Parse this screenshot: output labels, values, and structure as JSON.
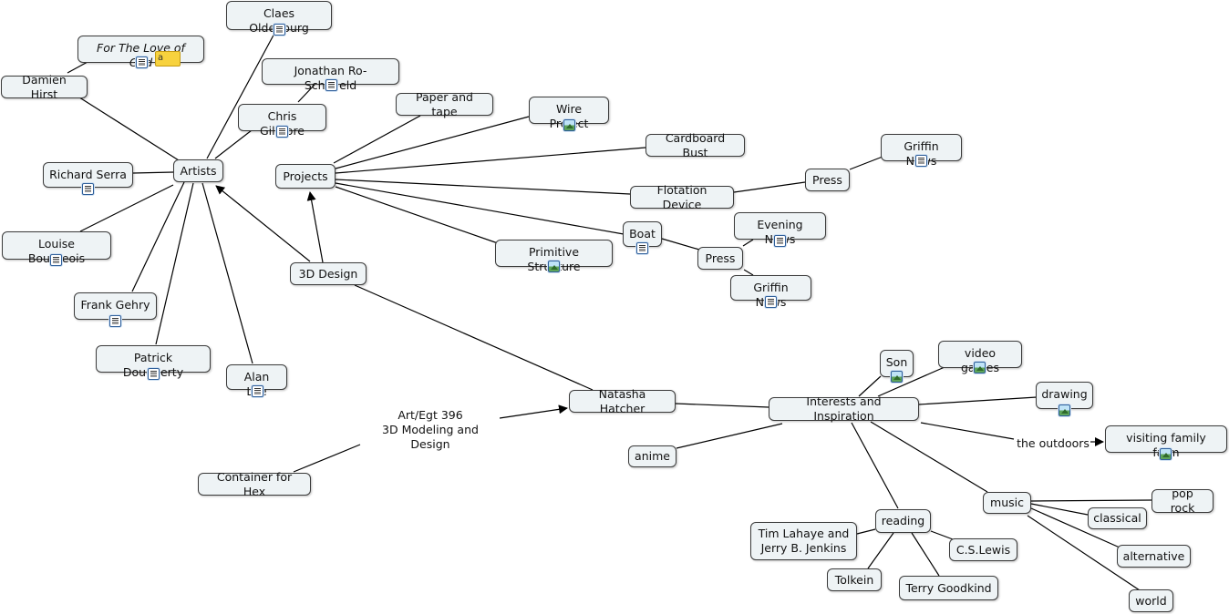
{
  "nodes": {
    "claes_oldenburg": "Claes Oldenburg",
    "for_the_love_of_god": "For The Love of God",
    "jonathan": "Jonathan Ro-Schofield",
    "damien_hirst": "Damien Hirst",
    "chris_gilmore": "Chris Gilmore",
    "paper_and_tape": "Paper and tape",
    "wire_project": "Wire Project",
    "cardboard_bust": "Cardboard Bust",
    "griffin_news_1": "Griffin News",
    "artists": "Artists",
    "richard_serra": "Richard Serra",
    "projects": "Projects",
    "press_1": "Press",
    "flotation_device": "Flotation Device",
    "boat": "Boat",
    "evening_news": "Evening News",
    "louise_bourgeois": "Louise Bourgeois",
    "primitive_structure": "Primitive Structure",
    "press_2": "Press",
    "three_d_design": "3D Design",
    "griffin_news_2": "Griffin News",
    "frank_gehry": "Frank Gehry",
    "patrick_dougherty": "Patrick Dougherty",
    "alan_lee": "Alan Lee",
    "son": "Son",
    "video_games": "video games",
    "drawing": "drawing",
    "natasha_hatcher": "Natasha Hatcher",
    "interests": "Interests and Inspiration",
    "visiting_family_farm": "visiting family farm",
    "anime": "anime",
    "container_for_hex": "Container for Hex",
    "music": "music",
    "pop_rock": "pop rock",
    "reading": "reading",
    "classical": "classical",
    "tim_lahaye": "Tim Lahaye and\nJerry B. Jenkins",
    "cs_lewis": "C.S.Lewis",
    "alternative": "alternative",
    "tolkein": "Tolkein",
    "terry_goodkind": "Terry Goodkind",
    "world": "world"
  },
  "link_labels": {
    "course": "Art/Egt 396\n3D Modeling and Design",
    "outdoors": "the outdoors"
  },
  "sticky_note": "a",
  "colors": {
    "node_fill": "#eef3f5",
    "node_border": "#3b3b3b",
    "line": "#000000",
    "sticky": "#f7d23e"
  }
}
